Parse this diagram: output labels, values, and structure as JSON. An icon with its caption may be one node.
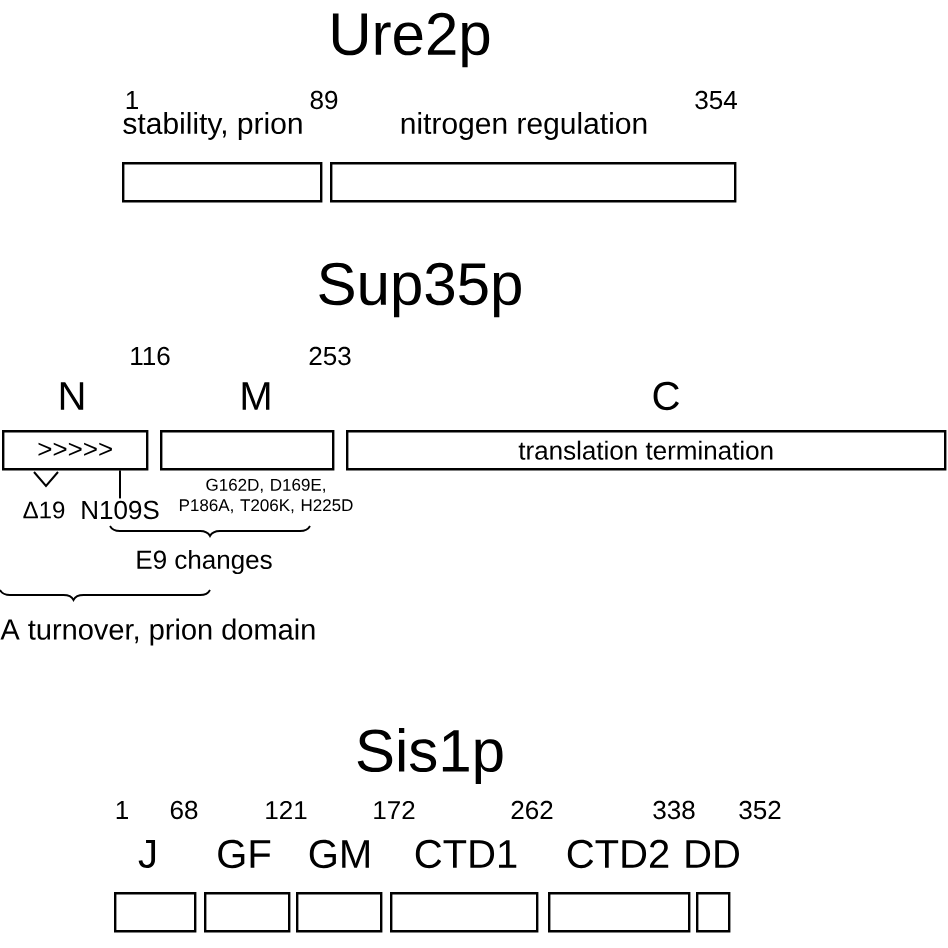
{
  "diagram": {
    "nodes": [
      {
        "text": [],
        "shape": "box",
        "beside": [
          "stability, prion"
        ]
      },
      {
        "text": [],
        "shape": "box",
        "beside": [
          "nitrogen regulation"
        ]
      },
      {
        "text": [
          ">>>>>"
        ],
        "beside": [
          "N"
        ]
      },
      {
        "text": [],
        "shape": "box",
        "beside": [
          "M"
        ]
      },
      {
        "text": [
          "translation termination"
        ],
        "beside": [
          "C"
        ]
      },
      {
        "text": [
          "N109S"
        ]
      },
      {
        "text": [],
        "shape": "box",
        "beside": [
          "J"
        ]
      },
      {
        "text": [],
        "shape": "box",
        "beside": [
          "GF"
        ]
      },
      {
        "text": [],
        "shape": "box",
        "beside": [
          "GM"
        ]
      },
      {
        "text": [],
        "shape": "box",
        "beside": [
          "CTD1"
        ]
      },
      {
        "text": [],
        "shape": "box",
        "beside": [
          "CTD2"
        ]
      },
      {
        "text": [],
        "shape": "box",
        "beside": [
          "DD"
        ]
      }
    ],
    "edges": [
      {
        "from": 5,
        "to": 2,
        "arrow": "none"
      }
    ],
    "labels": [
      "Ure2p",
      "1",
      "89",
      "354",
      "Sup35p",
      "116",
      "253",
      "Δ19",
      "G162D, D169E, P186A, T206K, H225D",
      "E9 changes",
      "A turnover, prion domain",
      "Sis1p",
      "1",
      "68",
      "121",
      "172",
      "262",
      "338",
      "352"
    ]
  }
}
